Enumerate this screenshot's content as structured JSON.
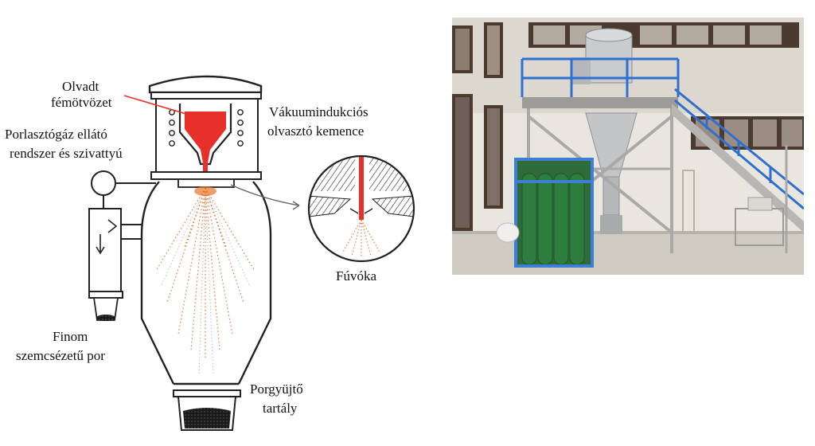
{
  "labels": {
    "molten_alloy_line1": "Olvadt",
    "molten_alloy_line2": "fémötvözet",
    "gas_supply_line1": "Porlasztógáz ellátó",
    "gas_supply_line2": "rendszer és szivattyú",
    "vacuum_furnace_line1": "Vákuumindukciós",
    "vacuum_furnace_line2": "olvasztó kemence",
    "nozzle": "Fúvóka",
    "fine_powder_line1": "Finom",
    "fine_powder_line2": "szemcsézetű por",
    "collector_line1": "Porgyüjtő",
    "collector_line2": "tartály"
  },
  "colors": {
    "melt": "#e8302a",
    "spray": "#e8742a",
    "platform_rail": "#2f6fd0",
    "gas_cylinder": "#2e7d3e",
    "cage": "#3d7fd4"
  }
}
